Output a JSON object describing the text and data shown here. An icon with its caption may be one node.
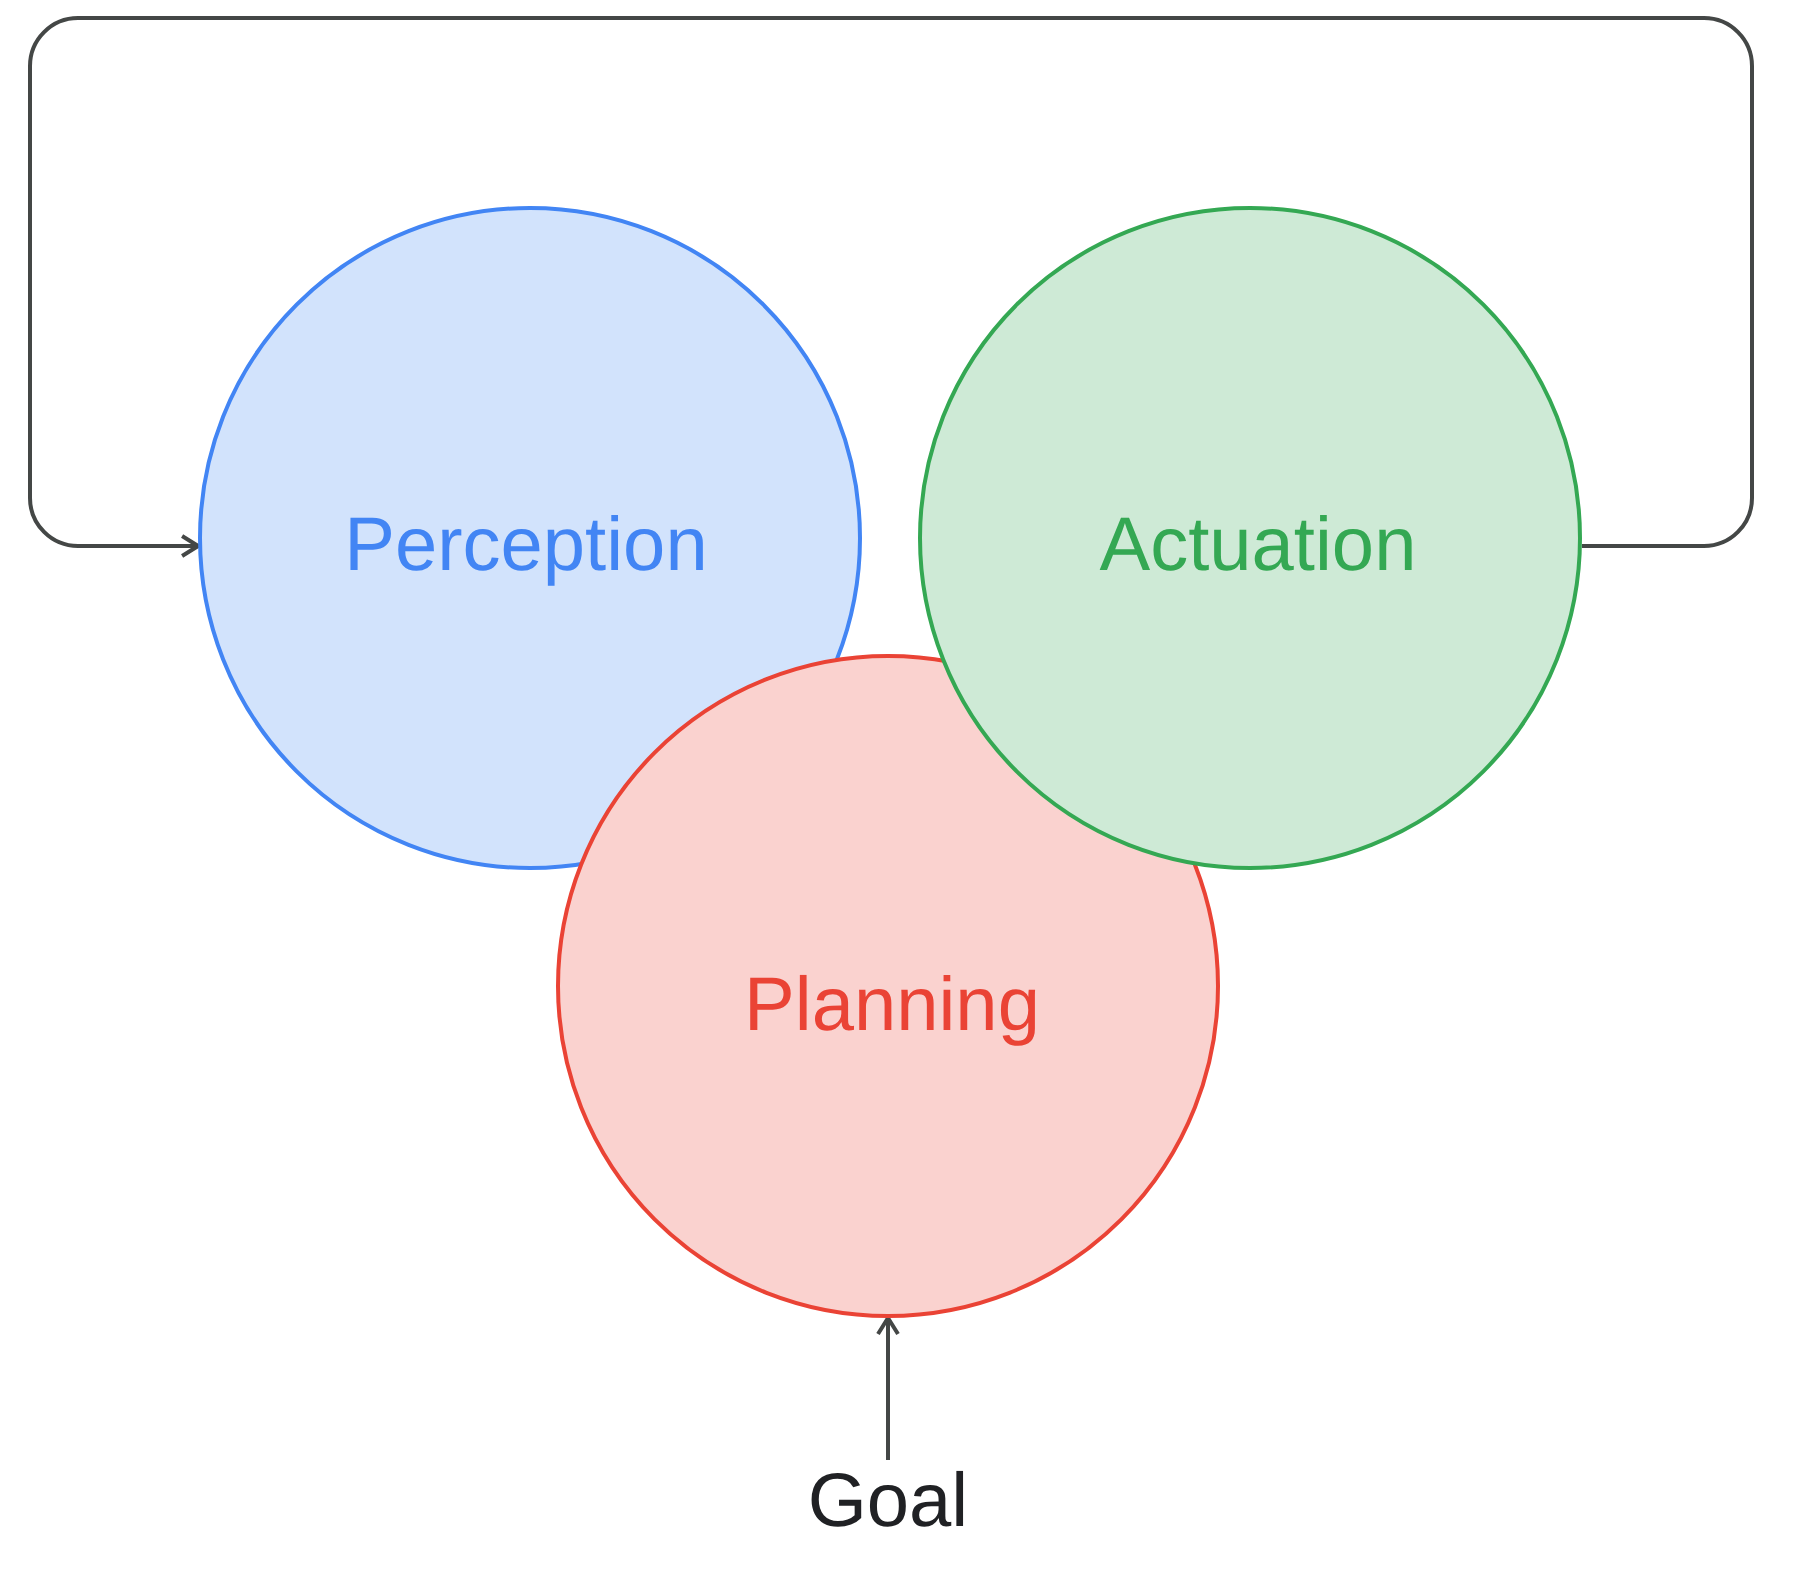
{
  "diagram": {
    "nodes": [
      {
        "text": [
          "Perception"
        ]
      },
      {
        "text": [
          "Actuation"
        ]
      },
      {
        "text": [
          "Planning"
        ]
      },
      {
        "text": [
          "Goal"
        ]
      }
    ],
    "edges": [
      {
        "from": 1,
        "to": 0,
        "arrow": "to"
      },
      {
        "from": 3,
        "to": 2,
        "arrow": "to"
      }
    ]
  }
}
